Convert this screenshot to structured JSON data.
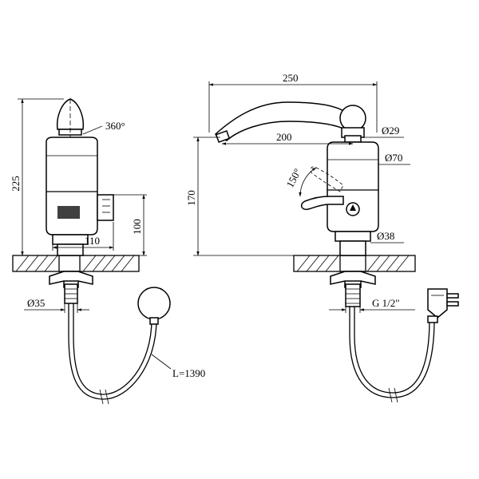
{
  "left_view": {
    "height_label": "225",
    "rotation_label": "360°",
    "width_label": "110",
    "box_height_label": "100",
    "base_diameter_label": "Ø35",
    "cable_length_label": "L=1390"
  },
  "right_view": {
    "spout_length_label": "250",
    "spout_reach_label": "200",
    "spout_height_label": "170",
    "handle_diameter_label": "Ø29",
    "body_diameter_label": "Ø70",
    "lever_angle_label": "150°",
    "base_diameter_label": "Ø38",
    "thread_label": "G 1/2\""
  }
}
